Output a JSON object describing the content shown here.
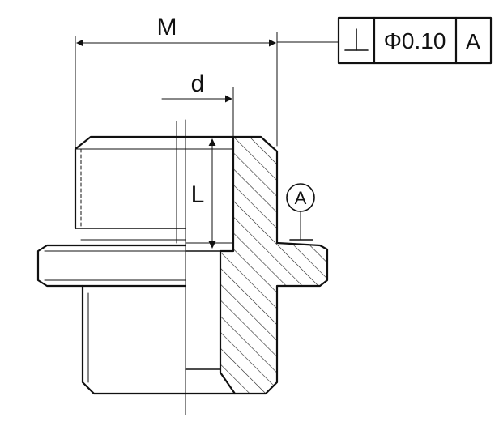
{
  "dimensions": {
    "overall_width_label": "M",
    "bore_diameter_label": "d",
    "bore_length_label": "L"
  },
  "tolerance_frame": {
    "symbol_name": "perpendicularity-icon",
    "value": "Φ0.10",
    "datum": "A"
  },
  "datum_feature": {
    "letter": "A"
  }
}
